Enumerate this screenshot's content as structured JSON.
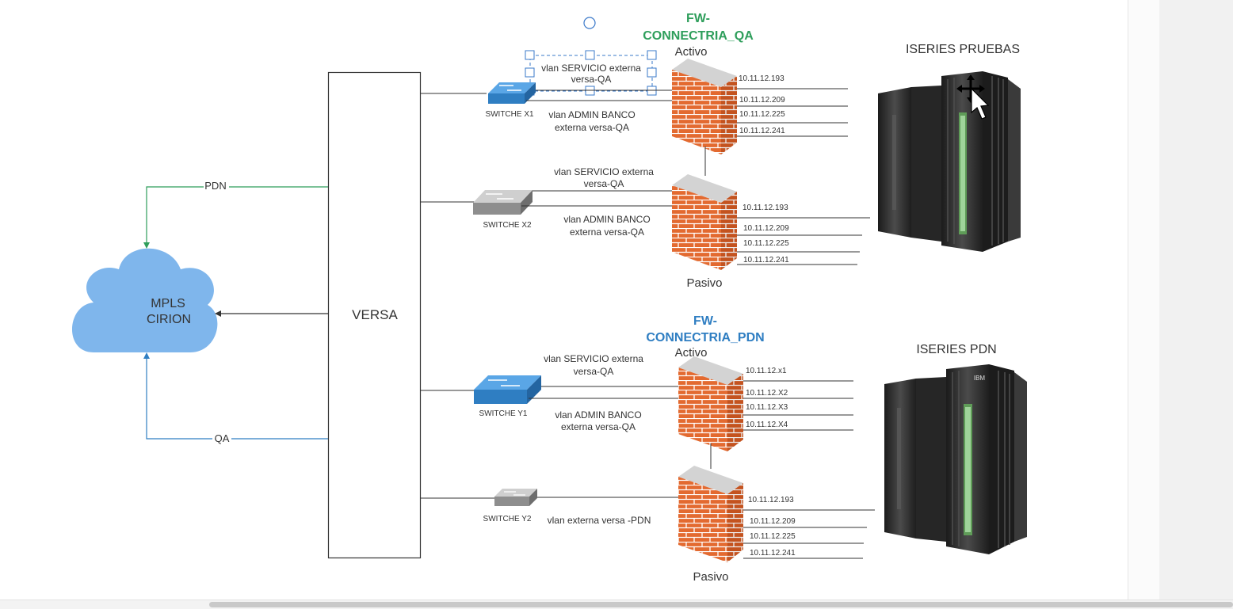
{
  "diagram": {
    "cloud_label_line1": "MPLS",
    "cloud_label_line2": "CIRION",
    "versa_label": "VERSA",
    "pdn_link_label": "PDN",
    "qa_link_label": "QA",
    "qa_section": {
      "title_line1": "FW-",
      "title_line2": "CONNECTRIA_QA",
      "title_color": "#2e9e5b",
      "active_label": "Activo",
      "passive_label": "Pasivo",
      "switch1_label": "SWITCHE X1",
      "switch2_label": "SWITCHE X2",
      "sw1_vlan1_line1": "vlan SERVICIO externa",
      "sw1_vlan1_line2": "versa-QA",
      "sw1_vlan2_line1": "vlan ADMIN BANCO",
      "sw1_vlan2_line2": "externa versa-QA",
      "sw2_vlan1_line1": "vlan SERVICIO externa",
      "sw2_vlan1_line2": "versa-QA",
      "sw2_vlan2_line1": "vlan ADMIN BANCO",
      "sw2_vlan2_line2": "externa versa-QA",
      "active_ips": [
        "10.11.12.193",
        "10.11.12.209",
        "10.11.12.225",
        "10.11.12.241"
      ],
      "passive_ips": [
        "10.11.12.193",
        "10.11.12.209",
        "10.11.12.225",
        "10.11.12.241"
      ],
      "server_label": "ISERIES PRUEBAS"
    },
    "pdn_section": {
      "title_line1": "FW-",
      "title_line2": "CONNECTRIA_PDN",
      "title_color": "#2f7ec2",
      "active_label": "Activo",
      "passive_label": "Pasivo",
      "switch1_label": "SWITCHE Y1",
      "switch2_label": "SWITCHE Y2",
      "sw1_vlan1_line1": "vlan SERVICIO externa",
      "sw1_vlan1_line2": "versa-QA",
      "sw1_vlan2_line1": "vlan ADMIN BANCO",
      "sw1_vlan2_line2": "externa versa-QA",
      "sw2_vlan_line1": "vlan externa versa -PDN",
      "active_ips": [
        "10.11.12.x1",
        "10.11.12.X2",
        "10.11.12.X3",
        "10.11.12.X4"
      ],
      "passive_ips": [
        "10.11.12.193",
        "10.11.12.209",
        "10.11.12.225",
        "10.11.12.241"
      ],
      "server_label": "ISERIES PDN",
      "server_badge": "IBM"
    },
    "colors": {
      "cloud": "#7fb6ec",
      "brick": "#e0622a",
      "firewall_top": "#cfcfcf",
      "switch_blue": "#3d8fd6",
      "switch_gray": "#9a9a9a",
      "server_dark": "#2d2d2d",
      "server_stripe": "#5f9c58",
      "line": "#333333",
      "arrow_green": "#2e9e5b",
      "arrow_blue": "#2f7ec2"
    },
    "icons": [
      "cloud-icon",
      "switch-icon",
      "firewall-icon",
      "server-rack-icon",
      "move-cursor-icon",
      "selection-handle-icon",
      "rotate-handle-icon"
    ]
  }
}
